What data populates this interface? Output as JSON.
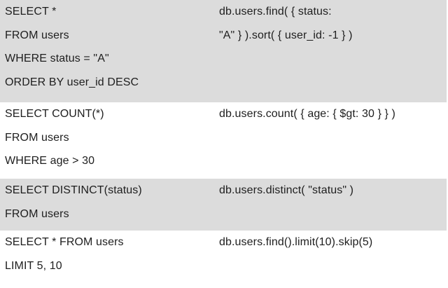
{
  "rows": [
    {
      "shaded": true,
      "sql": [
        "SELECT *",
        "FROM users",
        "WHERE status = \"A\"",
        "ORDER BY user_id DESC"
      ],
      "mongo": [
        "db.users.find( { status:",
        "\"A\" } ).sort( { user_id: -1 } )"
      ]
    },
    {
      "shaded": false,
      "sql": [
        "SELECT COUNT(*)",
        "FROM users",
        "WHERE age > 30"
      ],
      "mongo": [
        "db.users.count( { age: { $gt: 30 } } )"
      ]
    },
    {
      "shaded": true,
      "sql": [
        "SELECT DISTINCT(status)",
        "FROM users"
      ],
      "mongo": [
        "db.users.distinct( \"status\" )"
      ]
    },
    {
      "shaded": false,
      "sql": [
        "SELECT * FROM users",
        "LIMIT 5, 10"
      ],
      "mongo": [
        "db.users.find().limit(10).skip(5)"
      ]
    }
  ]
}
